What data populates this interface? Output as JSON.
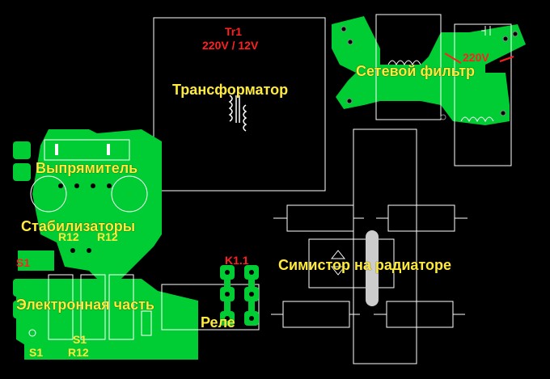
{
  "labels": {
    "transformer": "Трансформатор",
    "tr_ref": "Tr1",
    "tr_voltage": "220V / 12V",
    "network_filter": "Сетевой фильтр",
    "filter_voltage": "220V",
    "rectifier": "Выпрямитель",
    "stabilizers": "Стабилизаторы",
    "triac": "Симистор на радиаторе",
    "electronics": "Электронная часть",
    "relay": "Реле",
    "relay_ref": "K1.1",
    "r12_a": "R12",
    "r12_b": "R12",
    "r12_c": "R12",
    "s1_a": "S1",
    "s1_b": "S1",
    "s1_c": "S1"
  },
  "colors": {
    "background": "#000000",
    "pcb_green": "#00cc33",
    "label_yellow": "#ffeb3b",
    "ref_red": "#ff2020",
    "outline": "#ffffff"
  }
}
